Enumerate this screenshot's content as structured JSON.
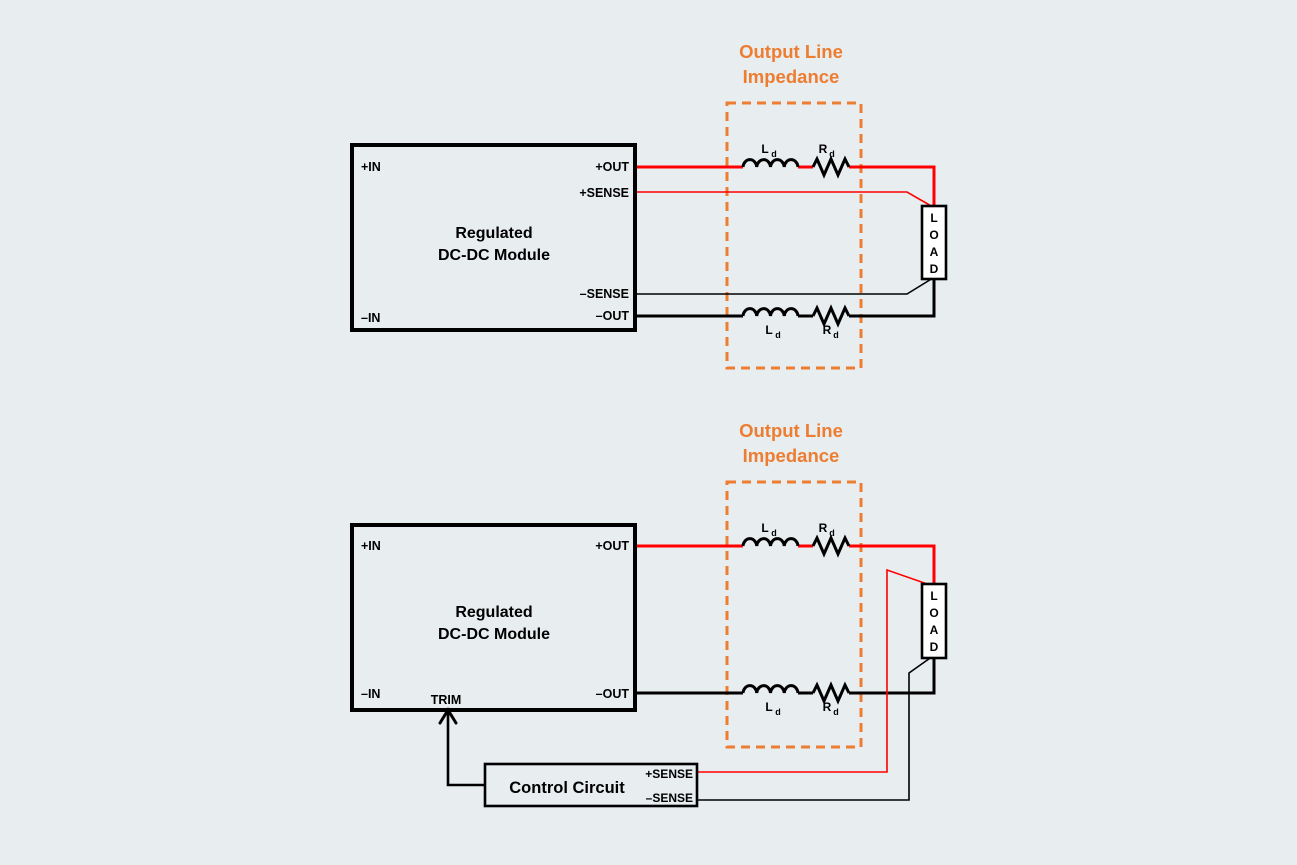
{
  "colors": {
    "background": "#E8EDF0",
    "accent_orange": "#ED7D31",
    "wire_red": "#FF0000",
    "wire_black": "#000000",
    "load_fill": "#FFFFFF"
  },
  "top_diagram": {
    "impedance_title_line1": "Output Line",
    "impedance_title_line2": "Impedance",
    "module": {
      "name_line1": "Regulated",
      "name_line2": "DC-DC Module",
      "pins": {
        "pos_in": "+IN",
        "neg_in": "–IN",
        "pos_out": "+OUT",
        "pos_sense": "+SENSE",
        "neg_sense": "–SENSE",
        "neg_out": "–OUT"
      }
    },
    "components": {
      "inductor_symbol": "L",
      "resistor_symbol": "R",
      "subscript": "d"
    },
    "load_letters": [
      "L",
      "O",
      "A",
      "D"
    ]
  },
  "bottom_diagram": {
    "impedance_title_line1": "Output Line",
    "impedance_title_line2": "Impedance",
    "module": {
      "name_line1": "Regulated",
      "name_line2": "DC-DC Module",
      "pins": {
        "pos_in": "+IN",
        "neg_in": "–IN",
        "pos_out": "+OUT",
        "neg_out": "–OUT",
        "trim": "TRIM"
      }
    },
    "components": {
      "inductor_symbol": "L",
      "resistor_symbol": "R",
      "subscript": "d"
    },
    "load_letters": [
      "L",
      "O",
      "A",
      "D"
    ],
    "control_circuit": {
      "name": "Control Circuit",
      "pins": {
        "pos_sense": "+SENSE",
        "neg_sense": "–SENSE"
      }
    }
  }
}
